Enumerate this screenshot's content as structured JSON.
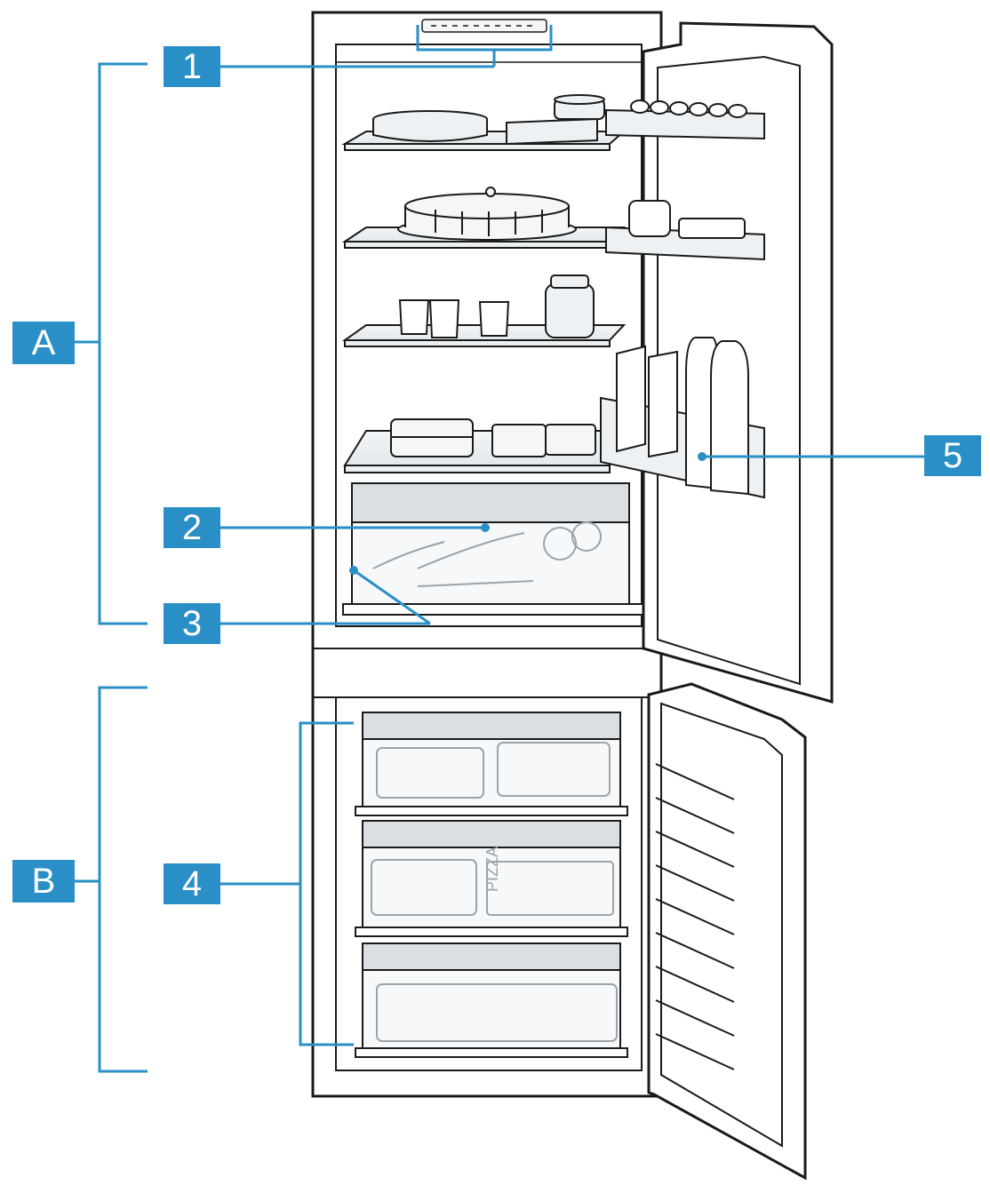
{
  "callouts": {
    "c1": "1",
    "c2": "2",
    "c3": "3",
    "c4": "4",
    "c5": "5",
    "cA": "A",
    "cB": "B"
  },
  "freezer_label": "PIZZA",
  "colors": {
    "callout": "#2a8fc6",
    "outline": "#1a1a1a",
    "shelf": "#e9edef",
    "drawer": "#f1f4f6"
  },
  "icons": [
    "fridge-freezer-illustration"
  ]
}
